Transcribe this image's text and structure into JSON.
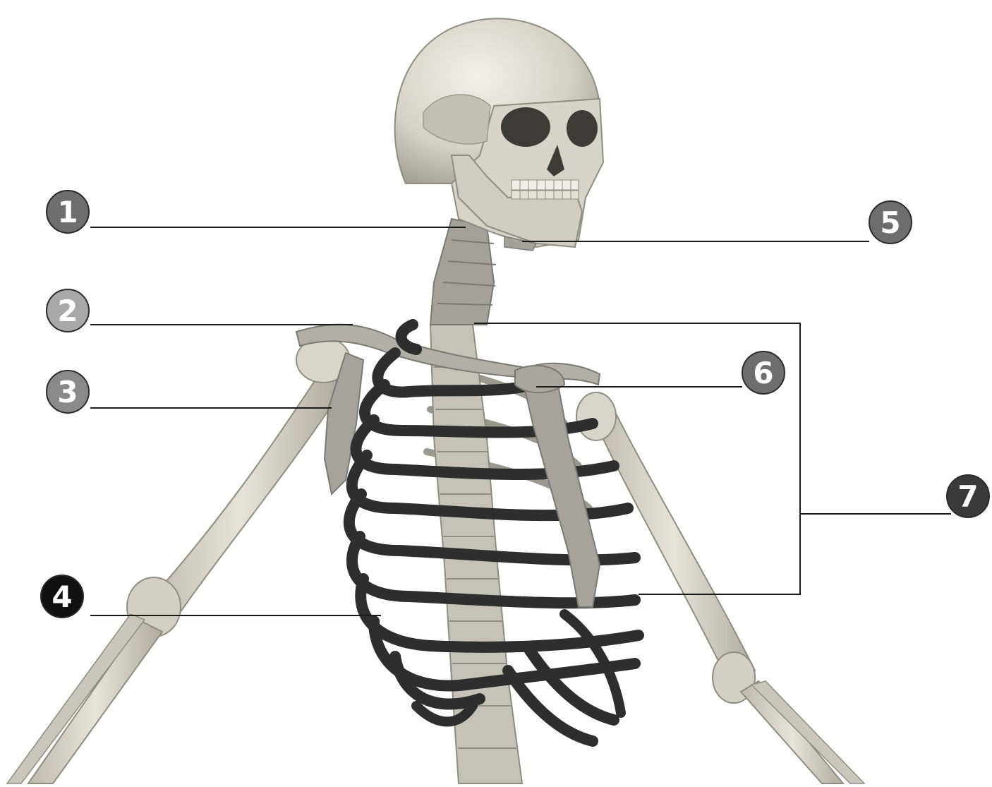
{
  "markers": [
    {
      "label": "1",
      "color": "#6e6e6e"
    },
    {
      "label": "2",
      "color": "#a8a8a8"
    },
    {
      "label": "3",
      "color": "#8a8a8a"
    },
    {
      "label": "4",
      "color": "#111111"
    },
    {
      "label": "5",
      "color": "#6e6e6e"
    },
    {
      "label": "6",
      "color": "#6e6e6e"
    },
    {
      "label": "7",
      "color": "#3a3a3a"
    }
  ],
  "colors": {
    "bone": "#d9d6cc",
    "bone_shade": "#b7b3a7",
    "highlight_bone": "#a3a09a",
    "rib": "#2e2e2e",
    "leader_line": "#1a1a1a"
  }
}
